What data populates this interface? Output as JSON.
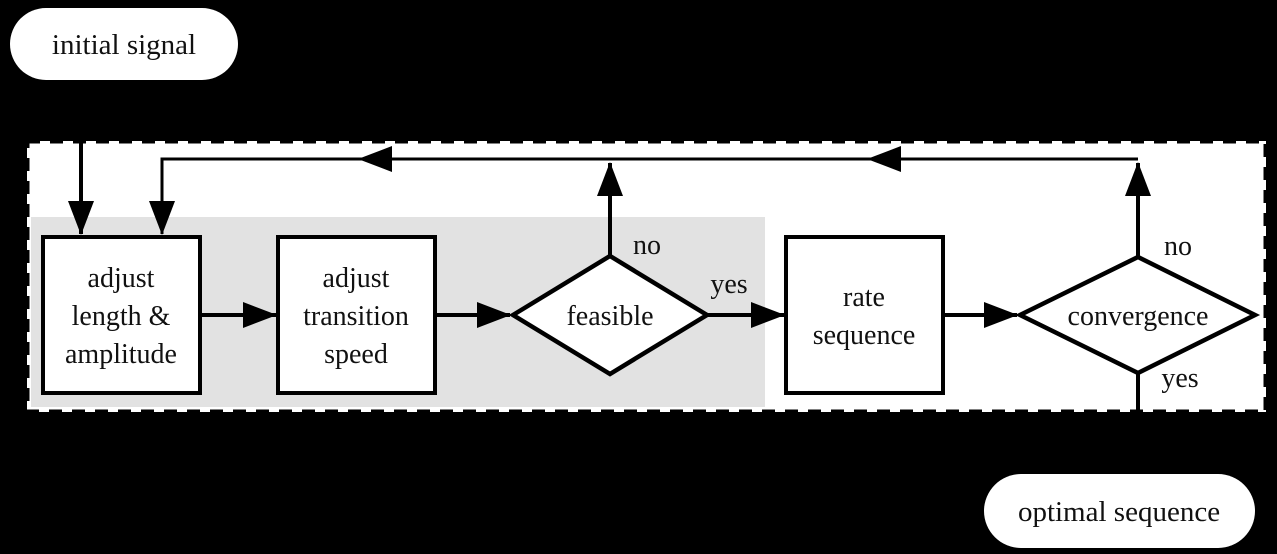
{
  "colors": {
    "page-bg": "#000000",
    "container-fill": "#ffffff",
    "shaded-region-fill": "#e2e2e2",
    "node-fill": "#ffffff",
    "node-stroke": "#000000",
    "line-color": "#000000",
    "text-color": "#111111"
  },
  "flowchart": {
    "start_terminal": "initial signal",
    "end_terminal": "optimal sequence",
    "nodes": {
      "adjust_length_amplitude": {
        "line1": "adjust",
        "line2": "length &",
        "line3": "amplitude"
      },
      "adjust_transition_speed": {
        "line1": "adjust",
        "line2": "transition",
        "line3": "speed"
      },
      "rate_sequence": {
        "line1": "rate",
        "line2": "sequence"
      },
      "feasible": {
        "label": "feasible"
      },
      "convergence": {
        "label": "convergence"
      }
    },
    "edge_labels": {
      "feasible_no": "no",
      "feasible_yes": "yes",
      "convergence_no": "no",
      "convergence_yes": "yes"
    }
  }
}
